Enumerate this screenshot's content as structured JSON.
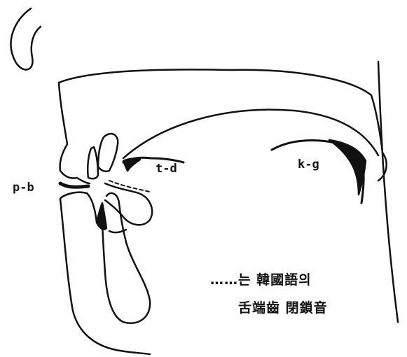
{
  "labels": {
    "bilabial": "p-b",
    "alveolar": "t-d",
    "velar": "k-g"
  },
  "caption": {
    "line1": "……는 韓國語의",
    "line2": "舌端齒 閉鎖音"
  }
}
